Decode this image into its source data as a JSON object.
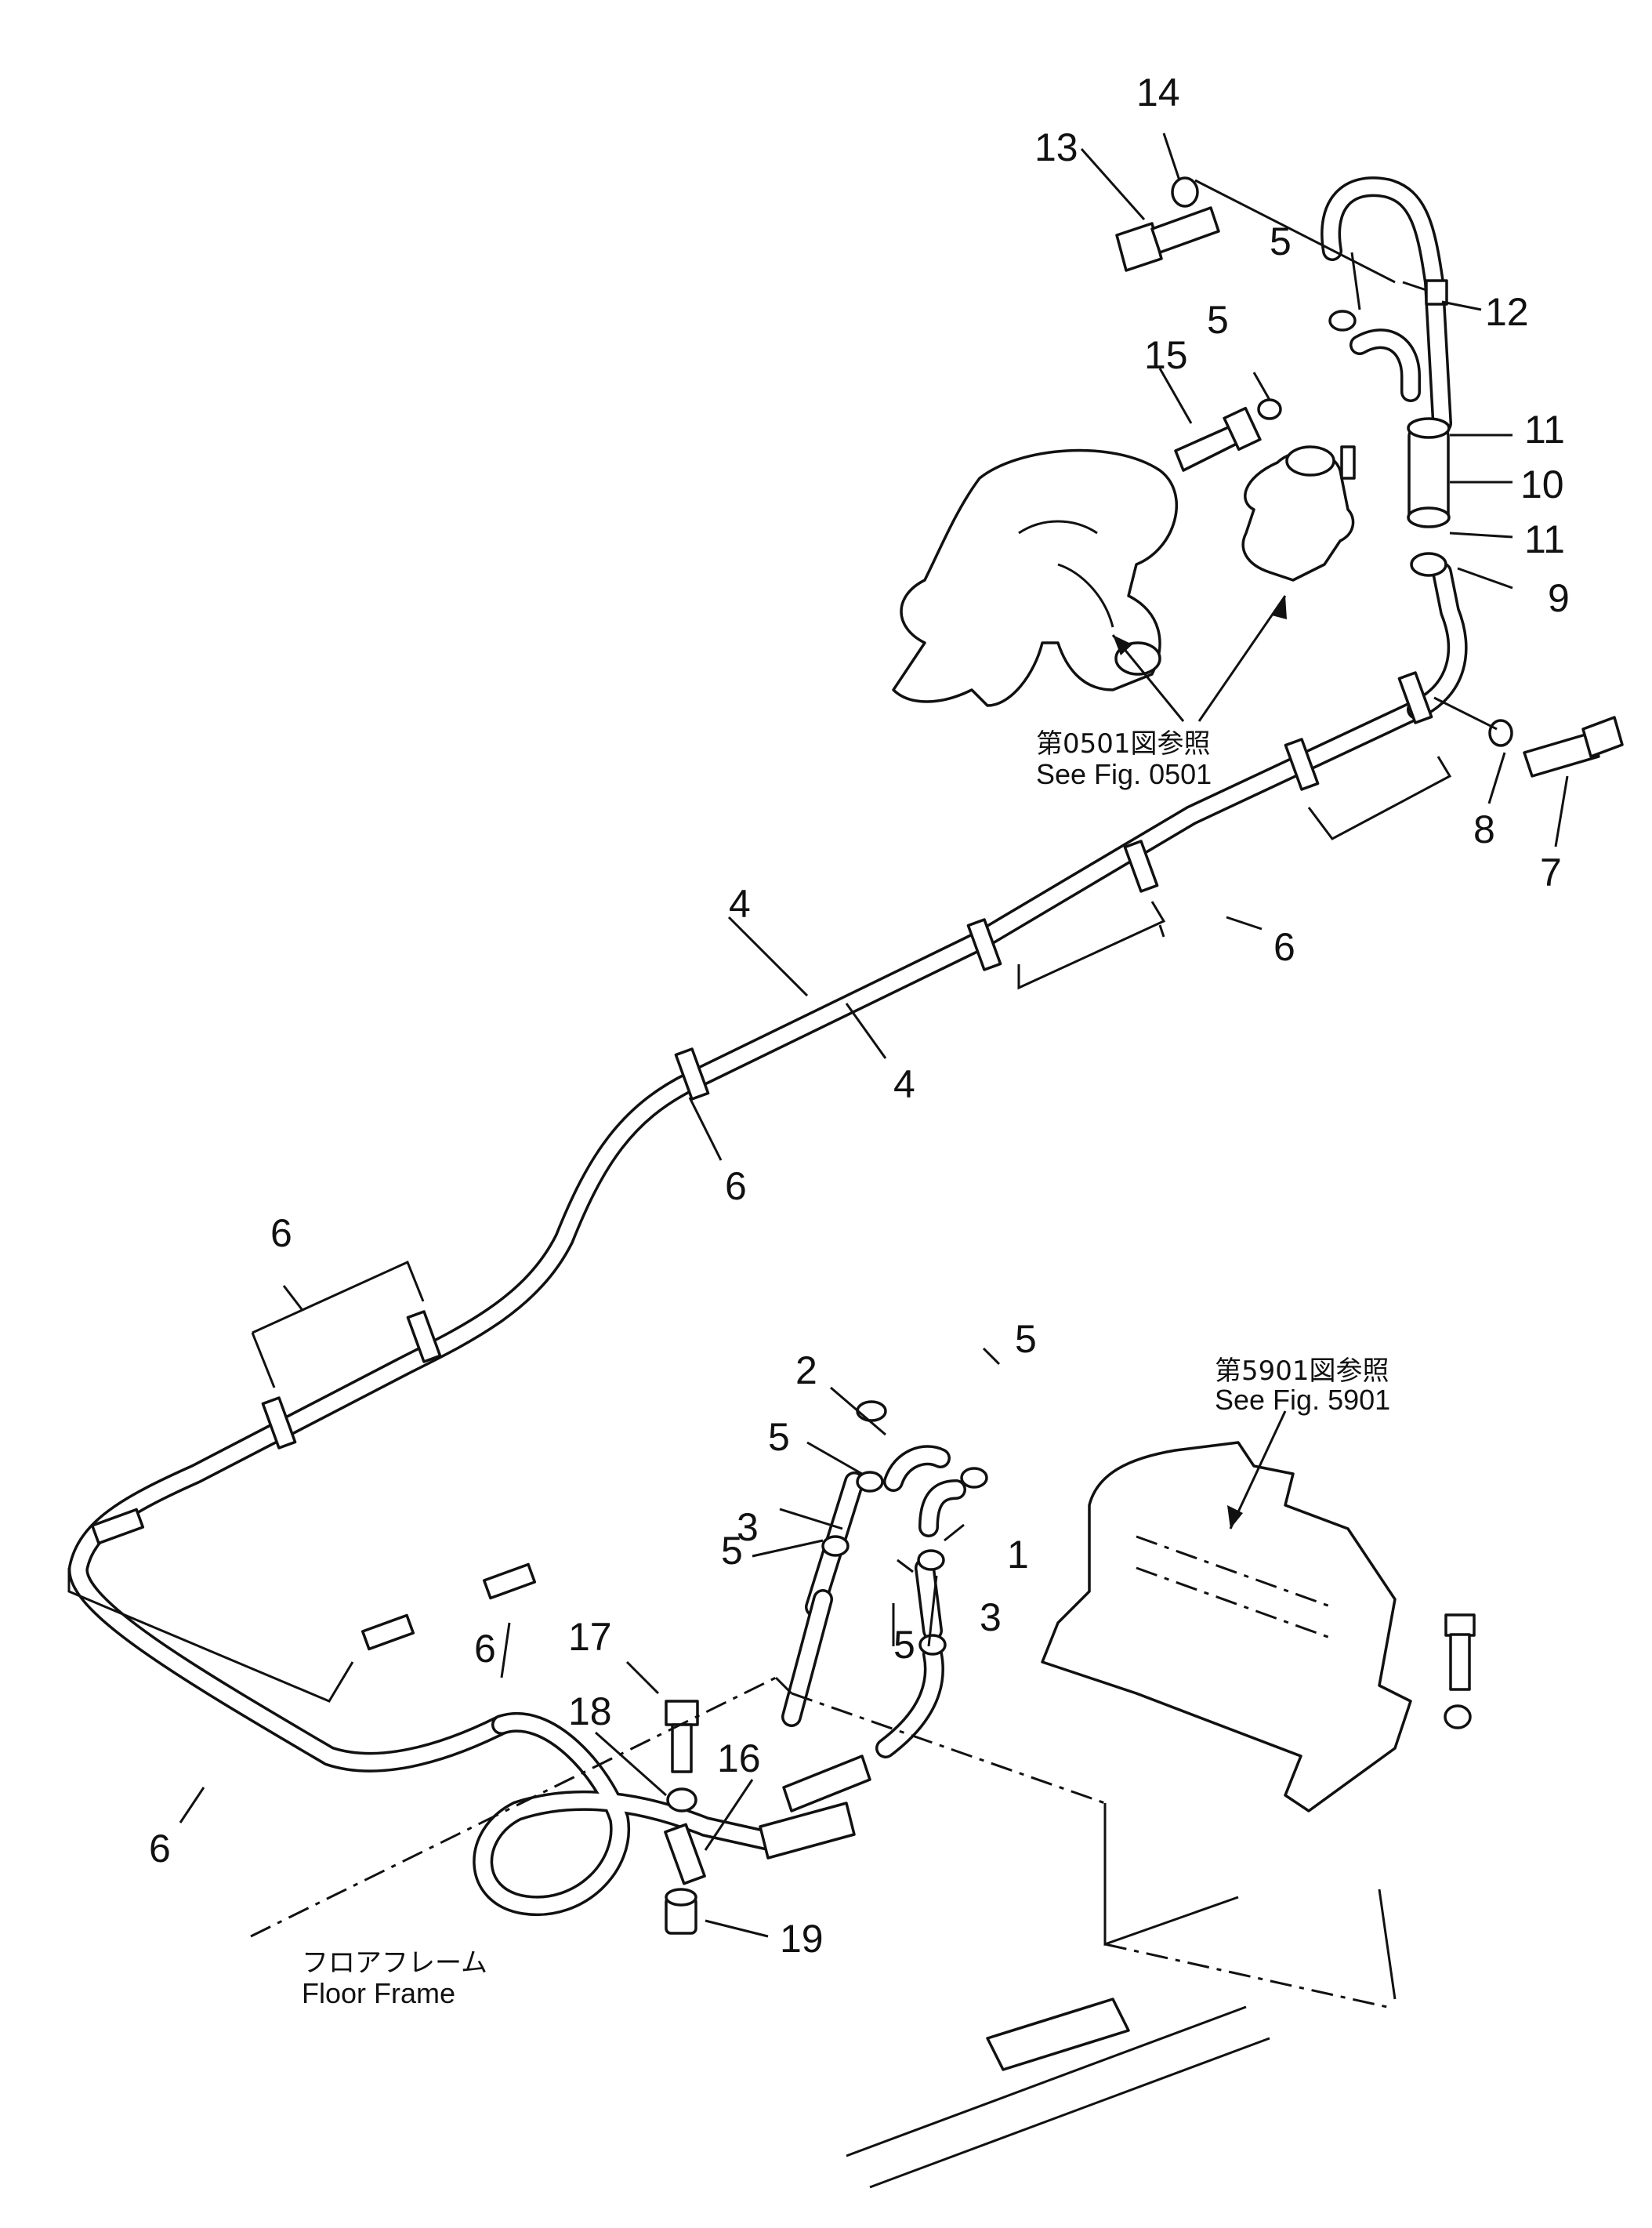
{
  "labels": {
    "p1": "1",
    "p2": "2",
    "p3a": "3",
    "p3b": "3",
    "p4a": "4",
    "p4b": "4",
    "p5a": "5",
    "p5b": "5",
    "p5c": "5",
    "p5d": "5",
    "p5e": "5",
    "p5f": "5",
    "p6a": "6",
    "p6b": "6",
    "p6c": "6",
    "p6d": "6",
    "p6e": "6",
    "p7": "7",
    "p8": "8",
    "p9": "9",
    "p10": "10",
    "p11a": "11",
    "p11b": "11",
    "p12": "12",
    "p13": "13",
    "p14": "14",
    "p15": "15",
    "p16": "16",
    "p17": "17",
    "p18": "18",
    "p19": "19"
  },
  "refs": {
    "fig0501_jp": "第0501図参照",
    "fig0501_en": "See Fig. 0501",
    "fig5901_jp": "第5901図参照",
    "fig5901_en": "See Fig. 5901",
    "floor_jp": "フロアフレーム",
    "floor_en": "Floor Frame"
  }
}
